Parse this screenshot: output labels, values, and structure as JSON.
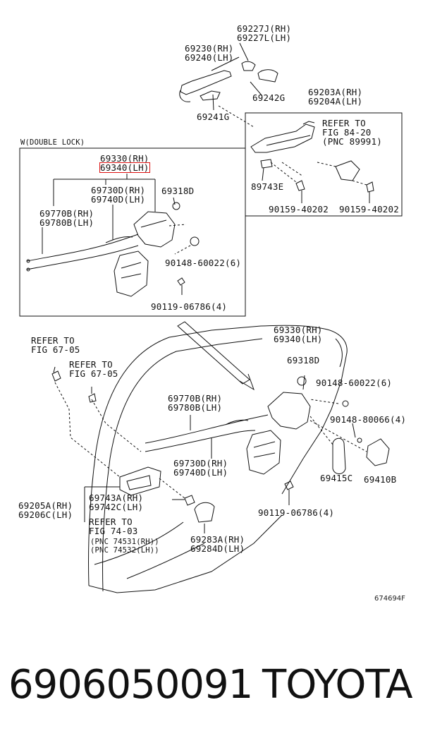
{
  "labels": {
    "l69227": "69227J(RH)\n69227L(LH)",
    "l69230": "69230(RH)\n69240(LH)",
    "l69242g": "69242G",
    "l69241g": "69241G",
    "l69203": "69203A(RH)\n69204A(LH)",
    "refer84": "REFER TO\nFIG 84-20\n(PNC 89991)",
    "l89743e": "89743E",
    "l90159a": "90159-40202",
    "l90159b": "90159-40202",
    "wdouble": "W(DOUBLE LOCK)",
    "box_69330": "69330(RH)",
    "box_69340": "69340(LH)",
    "box_69730": "69730D(RH)\n69740D(LH)",
    "box_69318": "69318D",
    "box_69770": "69770B(RH)\n69780B(LH)",
    "box_90148": "90148-60022(6)",
    "box_90119": "90119-06786(4)",
    "refer6705a": "REFER TO\nFIG 67-05",
    "refer6705b": "REFER TO\nFIG 67-05",
    "m_69330": "69330(RH)\n69340(LH)",
    "m_69318": "69318D",
    "m_90148a": "90148-60022(6)",
    "m_69770": "69770B(RH)\n69780B(LH)",
    "m_90148b": "90148-80066(4)",
    "m_69730": "69730D(RH)\n69740D(LH)",
    "m_69415": "69415C",
    "m_69410": "69410B",
    "m_69205": "69205A(RH)\n69206C(LH)",
    "m_69743": "69743A(RH)\n69742C(LH)",
    "m_refer7403": "REFER TO\nFIG 74-03",
    "m_pnc": "(PNC 74531(RH))\n(PNC 74532(LH))",
    "m_90119": "90119-06786(4)",
    "m_69283": "69283A(RH)\n69284D(LH)"
  },
  "figure_number": "674694F",
  "footer": {
    "part_number": "6906050091",
    "brand": "TOYOTA"
  }
}
